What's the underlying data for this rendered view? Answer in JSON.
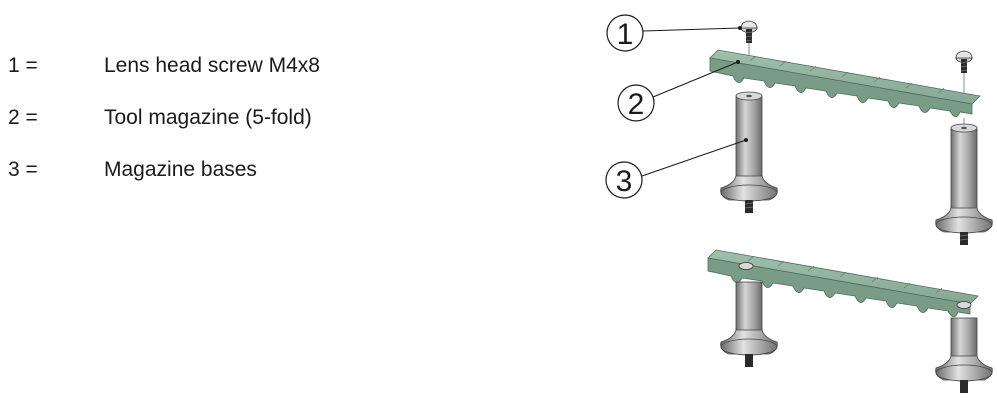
{
  "legend": [
    {
      "number": "1 =",
      "text": "Lens head screw M4x8"
    },
    {
      "number": "2 =",
      "text": "Tool magazine (5-fold)"
    },
    {
      "number": "3 =",
      "text": "Magazine bases"
    }
  ],
  "callouts": [
    "1",
    "2",
    "3"
  ],
  "colors": {
    "magazine_green": "#86a893",
    "magazine_edge": "#5e7e6b",
    "metal_gray": "#a8a8a8",
    "outline": "#1a1a1a"
  }
}
